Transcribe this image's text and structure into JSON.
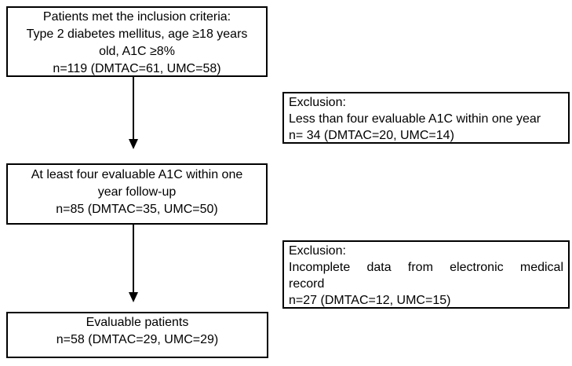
{
  "diagram": {
    "type": "patient-flow-chart",
    "colors": {
      "background": "#ffffff",
      "border": "#000000",
      "text": "#000000",
      "arrow": "#000000"
    },
    "inclusion_box": {
      "lines": [
        "Patients met the inclusion criteria:",
        "Type 2 diabetes mellitus, age ≥18 years",
        "old, A1C ≥8%",
        "n=119 (DMTAC=61, UMC=58)"
      ]
    },
    "exclusion_box_1": {
      "lines": [
        "Exclusion:",
        "Less than four evaluable A1C within one year",
        "n= 34 (DMTAC=20, UMC=14)"
      ]
    },
    "followup_box": {
      "lines": [
        "At least four evaluable A1C within one",
        "year follow-up",
        "n=85 (DMTAC=35, UMC=50)"
      ]
    },
    "exclusion_box_2": {
      "lines": [
        "Exclusion:",
        "Incomplete data from electronic medical",
        "record",
        "n=27 (DMTAC=12, UMC=15)"
      ]
    },
    "evaluable_box": {
      "lines": [
        "Evaluable patients",
        "n=58 (DMTAC=29, UMC=29)"
      ]
    }
  }
}
